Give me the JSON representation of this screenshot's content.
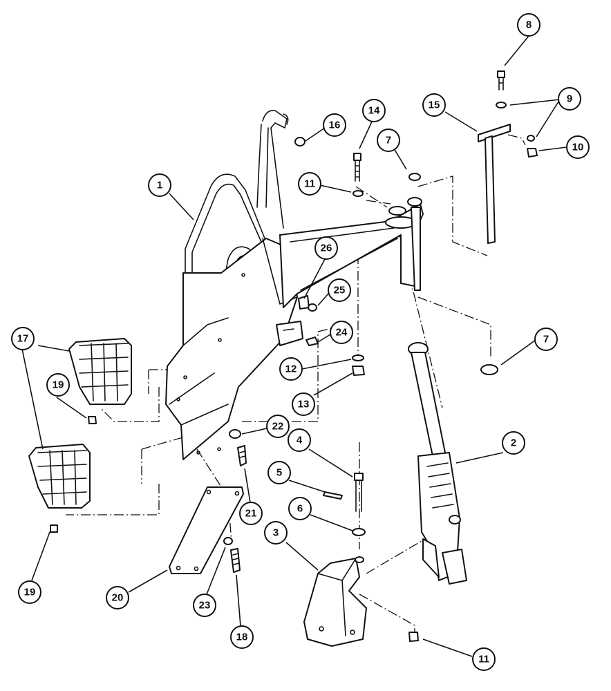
{
  "callouts": [
    {
      "id": "c1",
      "label": "1"
    },
    {
      "id": "c2",
      "label": "2"
    },
    {
      "id": "c3",
      "label": "3"
    },
    {
      "id": "c4",
      "label": "4"
    },
    {
      "id": "c5",
      "label": "5"
    },
    {
      "id": "c6",
      "label": "6"
    },
    {
      "id": "c7a",
      "label": "7"
    },
    {
      "id": "c7b",
      "label": "7"
    },
    {
      "id": "c8",
      "label": "8"
    },
    {
      "id": "c9",
      "label": "9"
    },
    {
      "id": "c10",
      "label": "10"
    },
    {
      "id": "c11a",
      "label": "11"
    },
    {
      "id": "c11b",
      "label": "11"
    },
    {
      "id": "c12",
      "label": "12"
    },
    {
      "id": "c13",
      "label": "13"
    },
    {
      "id": "c14",
      "label": "14"
    },
    {
      "id": "c15",
      "label": "15"
    },
    {
      "id": "c16",
      "label": "16"
    },
    {
      "id": "c17",
      "label": "17"
    },
    {
      "id": "c18",
      "label": "18"
    },
    {
      "id": "c19a",
      "label": "19"
    },
    {
      "id": "c19b",
      "label": "19"
    },
    {
      "id": "c20",
      "label": "20"
    },
    {
      "id": "c21",
      "label": "21"
    },
    {
      "id": "c22",
      "label": "22"
    },
    {
      "id": "c23",
      "label": "23"
    },
    {
      "id": "c24",
      "label": "24"
    },
    {
      "id": "c25",
      "label": "25"
    },
    {
      "id": "c26",
      "label": "26"
    }
  ]
}
